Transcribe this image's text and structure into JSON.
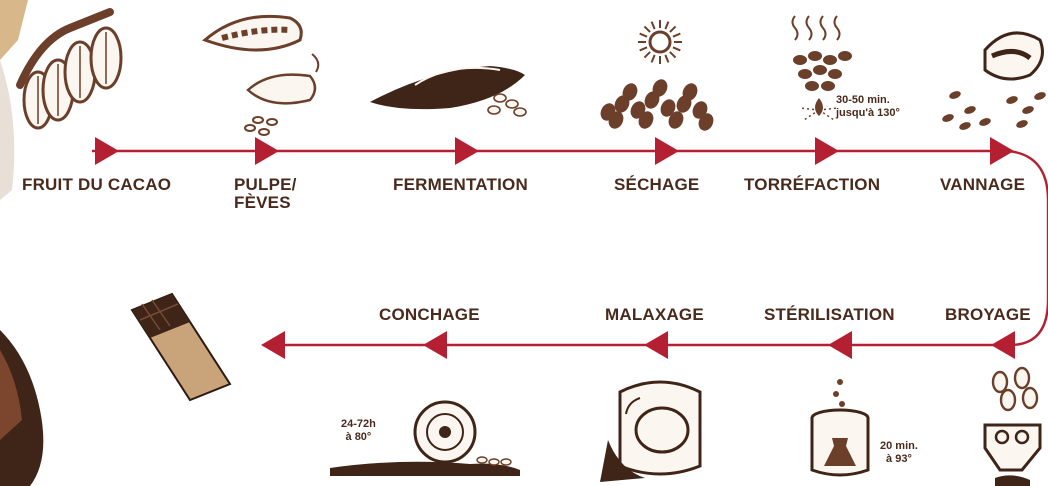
{
  "colors": {
    "line": "#b51f32",
    "text": "#4a2a1c",
    "cocoa": "#6b3f2a",
    "cocoa_dark": "#3f2418",
    "pale": "#f3e6d8",
    "milk": "#c9a37a"
  },
  "steps_top": [
    {
      "label": "FRUIT DU CACAO",
      "icon": "cocoa-pod-icon"
    },
    {
      "label": "PULPE/\nFÈVES",
      "icon": "open-pod-beans-icon"
    },
    {
      "label": "FERMENTATION",
      "icon": "fermentation-leaf-icon"
    },
    {
      "label": "SÉCHAGE",
      "icon": "sun-drying-beans-icon"
    },
    {
      "label": "TORRÉFACTION",
      "icon": "roasting-beans-icon"
    },
    {
      "label": "VANNAGE",
      "icon": "winnowing-hand-icon"
    }
  ],
  "steps_bottom": [
    {
      "label": "BROYAGE",
      "icon": "grinder-icon"
    },
    {
      "label": "STÉRILISATION",
      "icon": "sterilization-pot-icon"
    },
    {
      "label": "MALAXAGE",
      "icon": "mixer-icon"
    },
    {
      "label": "CONCHAGE",
      "icon": "conche-roller-icon"
    }
  ],
  "notes": {
    "torrefaction": "30-50 min.\njusqu'à 130°",
    "sterilisation": "20 min.\nà 93°",
    "conchage": "24-72h\nà 80°"
  },
  "final_icon": "chocolate-bar-icon"
}
